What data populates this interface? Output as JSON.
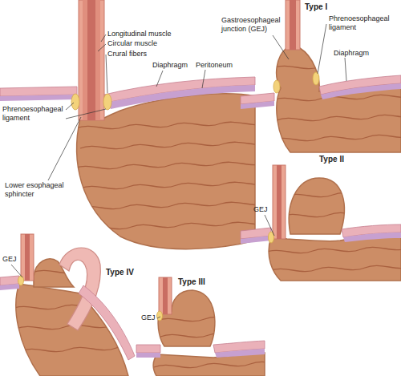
{
  "diagram": {
    "labels": [
      "Longitudinal muscle",
      "Circular muscle",
      "Crural fibers",
      "Diaphragm",
      "Peritoneum",
      "Phrenoesophageal ligament",
      "Lower esophageal sphincter",
      "Type I",
      "Gastroesophageal junction (GEJ)",
      "Phrenoesophageal ligament",
      "Diaphragm",
      "Type II",
      "GEJ",
      "Type IV",
      "GEJ",
      "Type III",
      "GEJ"
    ]
  }
}
